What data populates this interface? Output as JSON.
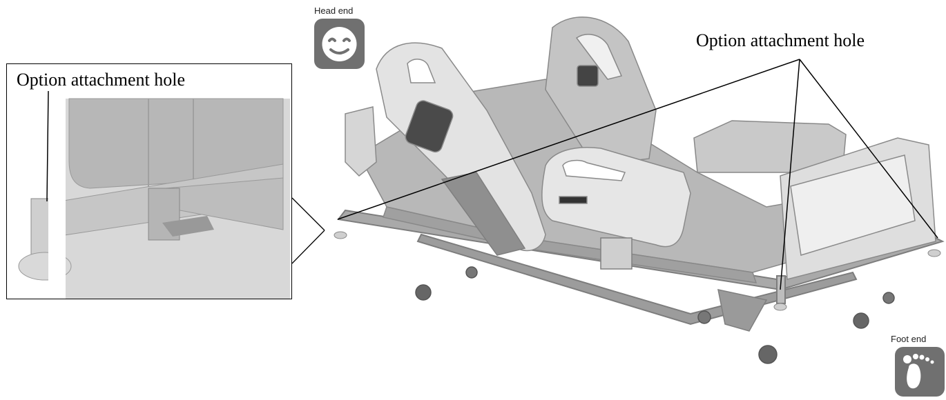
{
  "labels": {
    "head_end": "Head end",
    "foot_end": "Foot end",
    "callout_right": "Option attachment hole",
    "callout_left": "Option attachment hole"
  },
  "icons": {
    "head_end": "smiley-face-icon",
    "foot_end": "footprint-icon"
  },
  "colors": {
    "icon_bg": "#707070",
    "bed_body": "#b9b9b9",
    "rail": "#e2e2e2",
    "frame": "#9a9a9a"
  }
}
